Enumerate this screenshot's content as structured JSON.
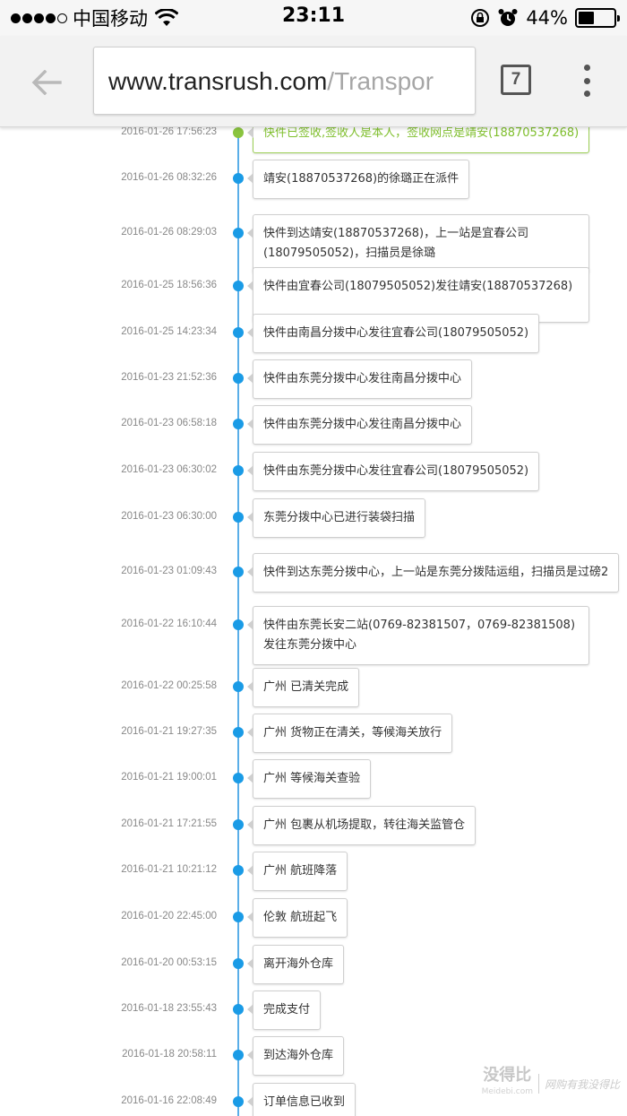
{
  "status_bar": {
    "carrier": "中国移动",
    "time": "23:11",
    "battery_percent": "44%",
    "battery_level": 0.44,
    "signal_bars_filled": 4,
    "signal_bars_total": 5
  },
  "browser": {
    "url_domain": "www.transrush.com",
    "url_path": "/Transpor",
    "tab_count": "7",
    "icons": {
      "back": "back-arrow-icon",
      "tabs": "tabs-icon",
      "menu": "more-vert-icon"
    }
  },
  "colors": {
    "timeline_line": "#5aaee8",
    "dot_blue": "#1a9be6",
    "current_green": "#8ac43f",
    "current_text": "#7fbf2c"
  },
  "timeline": [
    {
      "time": "2016-01-26 17:56:23",
      "text": "快件已签收,签收人是本人，签收网点是靖安(18870537268)",
      "current": true
    },
    {
      "time": "2016-01-26 08:32:26",
      "text": "靖安(18870537268)的徐璐正在派件"
    },
    {
      "time": "2016-01-26 08:29:03",
      "text": "快件到达靖安(18870537268)，上一站是宜春公司(18079505052)，扫描员是徐璐"
    },
    {
      "time": "2016-01-25 18:56:36",
      "text": "快件由宜春公司(18079505052)发往靖安(18870537268)"
    },
    {
      "time": "2016-01-25 14:23:34",
      "text": "快件由南昌分拨中心发往宜春公司(18079505052)"
    },
    {
      "time": "2016-01-23 21:52:36",
      "text": "快件由东莞分拨中心发往南昌分拨中心"
    },
    {
      "time": "2016-01-23 06:58:18",
      "text": "快件由东莞分拨中心发往南昌分拨中心"
    },
    {
      "time": "2016-01-23 06:30:02",
      "text": "快件由东莞分拨中心发往宜春公司(18079505052)"
    },
    {
      "time": "2016-01-23 06:30:00",
      "text": "东莞分拨中心已进行装袋扫描"
    },
    {
      "time": "2016-01-23 01:09:43",
      "text": "快件到达东莞分拨中心，上一站是东莞分拨陆运组，扫描员是过磅2"
    },
    {
      "time": "2016-01-22 16:10:44",
      "text": "快件由东莞长安二站(0769-82381507，0769-82381508)发往东莞分拨中心"
    },
    {
      "time": "2016-01-22 00:25:58",
      "text": "广州 已清关完成"
    },
    {
      "time": "2016-01-21 19:27:35",
      "text": "广州 货物正在清关，等候海关放行"
    },
    {
      "time": "2016-01-21 19:00:01",
      "text": "广州 等候海关查验"
    },
    {
      "time": "2016-01-21 17:21:55",
      "text": "广州 包裹从机场提取，转往海关监管仓"
    },
    {
      "time": "2016-01-21 10:21:12",
      "text": "广州 航班降落"
    },
    {
      "time": "2016-01-20 22:45:00",
      "text": "伦敦 航班起飞"
    },
    {
      "time": "2016-01-20 00:53:15",
      "text": "离开海外仓库"
    },
    {
      "time": "2016-01-18 23:55:43",
      "text": "完成支付"
    },
    {
      "time": "2016-01-18 20:58:11",
      "text": "到达海外仓库"
    },
    {
      "time": "2016-01-16 22:08:49",
      "text": "订单信息已收到"
    }
  ],
  "watermark": {
    "logo": "没得比",
    "sub": "Meidebi.com",
    "slogan": "网购有我没得比"
  }
}
